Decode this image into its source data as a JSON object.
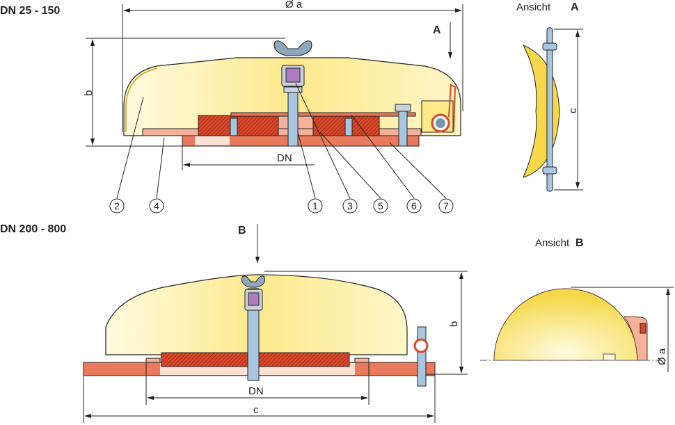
{
  "top_section": {
    "title": "DN 25 - 150",
    "dim_a": "Ø a",
    "dim_b": "b",
    "dim_dn": "DN",
    "view_marker": "A",
    "callouts": [
      "2",
      "4",
      "1",
      "3",
      "5",
      "6",
      "7"
    ]
  },
  "view_a": {
    "prefix": "Ansicht",
    "letter": "A",
    "dim_c": "c"
  },
  "bottom_section": {
    "title": "DN 200 - 800",
    "view_marker": "B",
    "dim_b": "b",
    "dim_dn": "DN",
    "dim_c": "c"
  },
  "view_b": {
    "prefix": "Ansicht",
    "letter": "B",
    "dim_a": "Ø a"
  },
  "colors": {
    "cover": "#fbe98a",
    "flange": "#e97a5c",
    "gasket": "#f4b29a",
    "bolt": "#a9c6e0",
    "nut_insert": "#b07cc0"
  }
}
